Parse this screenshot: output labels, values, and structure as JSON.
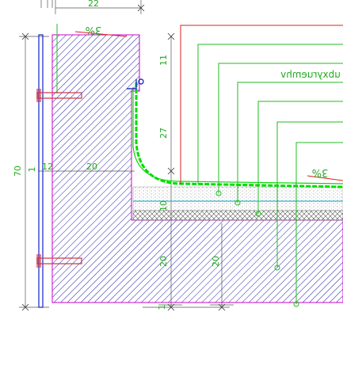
{
  "drawing": {
    "dimensions": {
      "top_width": "22",
      "overall_height": "70",
      "upper_height": "11",
      "middle_height": "27",
      "lower_height_a": "10",
      "lower_height_b": "20",
      "lower_height_c": "20",
      "left_small": "12",
      "wall_inner": "20",
      "top_small_1": "1",
      "top_small_2": "1"
    },
    "labels": {
      "mirrored_label": "ubxyruemhv",
      "slope_top": "3%",
      "slope_right": "3%"
    }
  },
  "colors": {
    "hatch": "#2222aa",
    "outline_magenta": "#cc00cc",
    "membrane": "#00dd00",
    "dim_grey": "#555555",
    "leader_green": "#22bb22",
    "red_line": "#dd2222",
    "cyan": "#00aacc",
    "anchor": "#cc3344",
    "blue_rod": "#2233cc"
  }
}
